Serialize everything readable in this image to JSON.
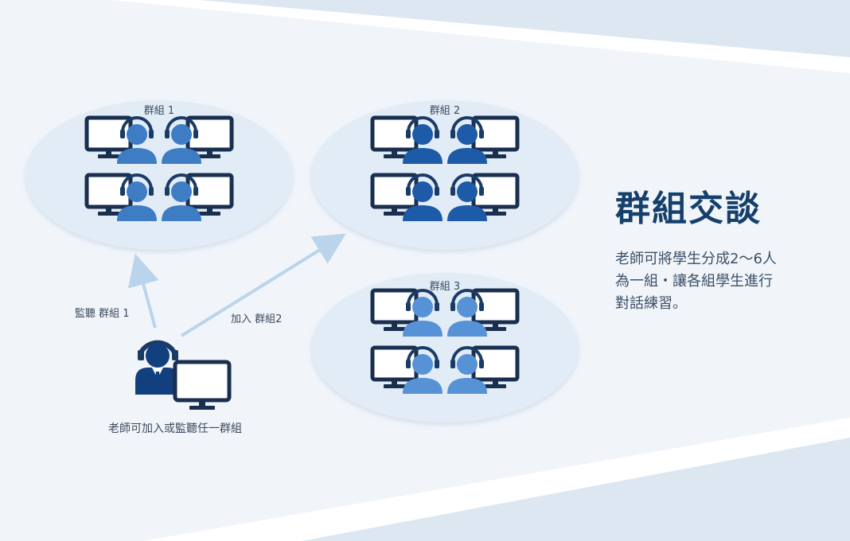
{
  "title": "群組交談",
  "description_lines": [
    "老師可將學生分成2～6人",
    "為一組・讓各組學生進行",
    "對話練習。"
  ],
  "groups": [
    {
      "label": "群組 1",
      "color": "#3e7cc4"
    },
    {
      "label": "群組 2",
      "color": "#1d5aa7"
    },
    {
      "label": "群組 3",
      "color": "#5692d5"
    }
  ],
  "arrows": {
    "monitor_label": "監聽 群組 1",
    "join_label": "加入 群組2"
  },
  "teacher_caption": "老師可加入或監聽任一群組",
  "colors": {
    "background": "#f1f5fa",
    "stripe": "#dde7f2",
    "ellipse": "#e1ecf7",
    "arrow": "#bad4ec",
    "monitor": "#1a2f4f",
    "teacher": "#123f7e",
    "headset": "#1a3b66",
    "title": "#15406b"
  }
}
